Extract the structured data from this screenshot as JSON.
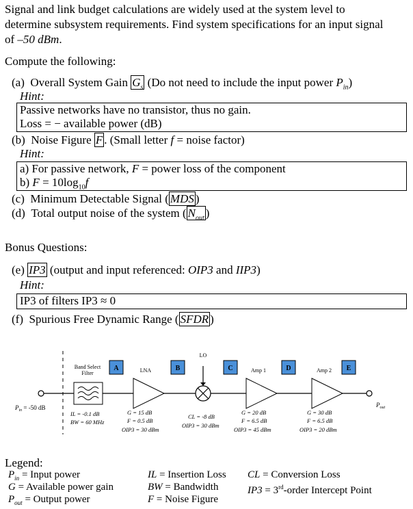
{
  "intro": {
    "line1": "Signal and link budget calculations are widely used at the system level to",
    "line2": "determine subsystem requirements. Find system specifications for an input signal",
    "line3_pre": "of ",
    "line3_val": "–50 dBm",
    "line3_post": "."
  },
  "compute_heading": "Compute the following:",
  "items": {
    "a": {
      "label": "(a)",
      "text": "Overall System Gain",
      "sym": "G",
      "sub": "s",
      "paren": "(Do not need to include the input power ",
      "psym": "P",
      "psub": "in",
      "pend": ")"
    },
    "a_hint": "Hint:",
    "a_hint_lines": [
      "Passive networks have no transistor, thus no gain.",
      "Loss = − available power (dB)"
    ],
    "b": {
      "label": "(b)",
      "text": "Noise Figure",
      "sym": "F",
      "tail_pre": ". (Small letter ",
      "fsym": "f",
      "tail_post": " = noise factor)"
    },
    "b_hint": "Hint:",
    "b_hint_lines": [
      "a) For passive network, ",
      "F",
      " = power loss of the component"
    ],
    "b_hint_line2": [
      "b) ",
      "F",
      " = 10log",
      "10",
      "f"
    ],
    "c": {
      "label": "(c)",
      "text": "Minimum Detectable Signal (",
      "sym": "MDS",
      "end": ")"
    },
    "d": {
      "label": "(d)",
      "text": "Total output noise of the system (",
      "sym": "N",
      "sub": "out",
      "end": ")"
    }
  },
  "bonus_heading": "Bonus Questions:",
  "bonus": {
    "e": {
      "label": "(e)",
      "sym": "IP3",
      "text": " (output and input referenced: ",
      "t1": "OIP3",
      "and": " and ",
      "t2": "IIP3",
      "end": ")"
    },
    "e_hint": "Hint:",
    "e_hint_line": "IP3 of filters IP3 ≈ 0",
    "f": {
      "label": "(f)",
      "text": "Spurious Free Dynamic Range (",
      "sym": "SFDR",
      "end": ")"
    }
  },
  "diagram": {
    "pin_label": "P",
    "pin_sub": "in",
    "pin_value": " = -50 dB",
    "pout_label": "P",
    "pout_sub": "out",
    "lo_label": "LO",
    "blocks": {
      "filter_label_1": "Band Select",
      "filter_label_2": "Filter",
      "lna_label": "LNA",
      "amp1_label": "Amp 1",
      "amp2_label": "Amp 2"
    },
    "markers": [
      "A",
      "B",
      "C",
      "D",
      "E"
    ],
    "specs": {
      "filter": [
        "IL = -0.1 dB",
        "BW = 60 MHz"
      ],
      "lna": [
        "G = 15 dB",
        "F = 0.5 dB",
        "OIP3 = 30 dBm"
      ],
      "mixer": [
        "CL = -8 dB",
        "OIP3 = 30 dBm"
      ],
      "amp1": [
        "G = 20 dB",
        "F = 6.5 dB",
        "OIP3 = 45 dBm"
      ],
      "amp2": [
        "G = 30 dB",
        "F = 6.5 dB",
        "OIP3 = 20 dBm"
      ]
    },
    "marker_color": "#4a90d9"
  },
  "legend": {
    "title": "Legend:",
    "col1": [
      {
        "sym": "P",
        "sub": "in",
        "text": " = Input power"
      },
      {
        "sym": "G",
        "sub": "",
        "text": " = Available power gain"
      },
      {
        "sym": "P",
        "sub": "out",
        "text": " = Output power"
      }
    ],
    "col2": [
      {
        "sym": "IL",
        "text": " = Insertion Loss"
      },
      {
        "sym": "BW",
        "text": " = Bandwidth"
      },
      {
        "sym": "F",
        "text": " = Noise Figure"
      }
    ],
    "col3": [
      {
        "sym": "CL",
        "text": " = Conversion Loss"
      },
      {
        "sym": "IP3",
        "text": " = 3",
        "sup": "rd",
        "text2": "-order Intercept Point"
      }
    ]
  }
}
